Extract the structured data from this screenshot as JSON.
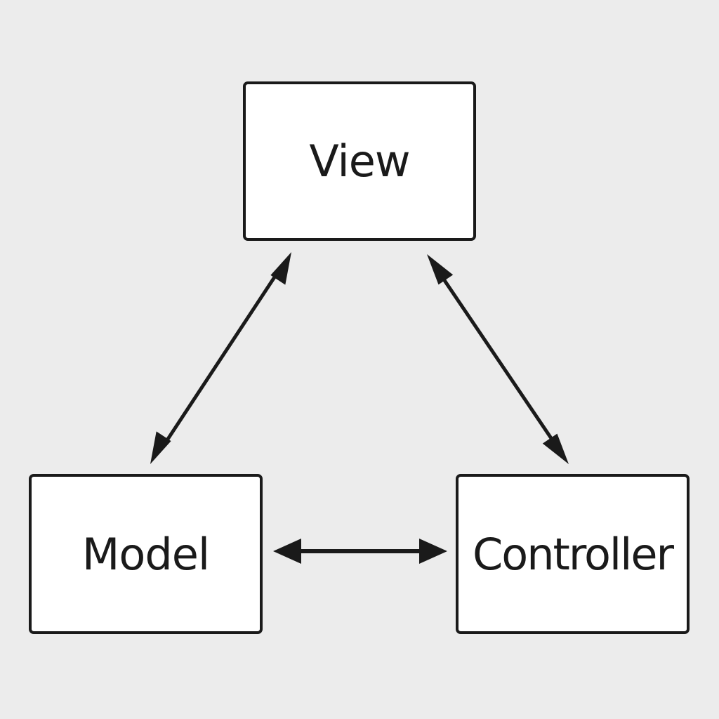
{
  "diagram": {
    "nodes": [
      {
        "id": "view",
        "label": "View"
      },
      {
        "id": "model",
        "label": "Model"
      },
      {
        "id": "controller",
        "label": "Controller"
      }
    ],
    "edges": [
      {
        "from": "view",
        "to": "model",
        "direction": "both"
      },
      {
        "from": "view",
        "to": "controller",
        "direction": "both"
      },
      {
        "from": "model",
        "to": "controller",
        "direction": "both"
      }
    ]
  },
  "colors": {
    "background": "#ececec",
    "box_fill": "#ffffff",
    "stroke": "#1a1a1a"
  }
}
